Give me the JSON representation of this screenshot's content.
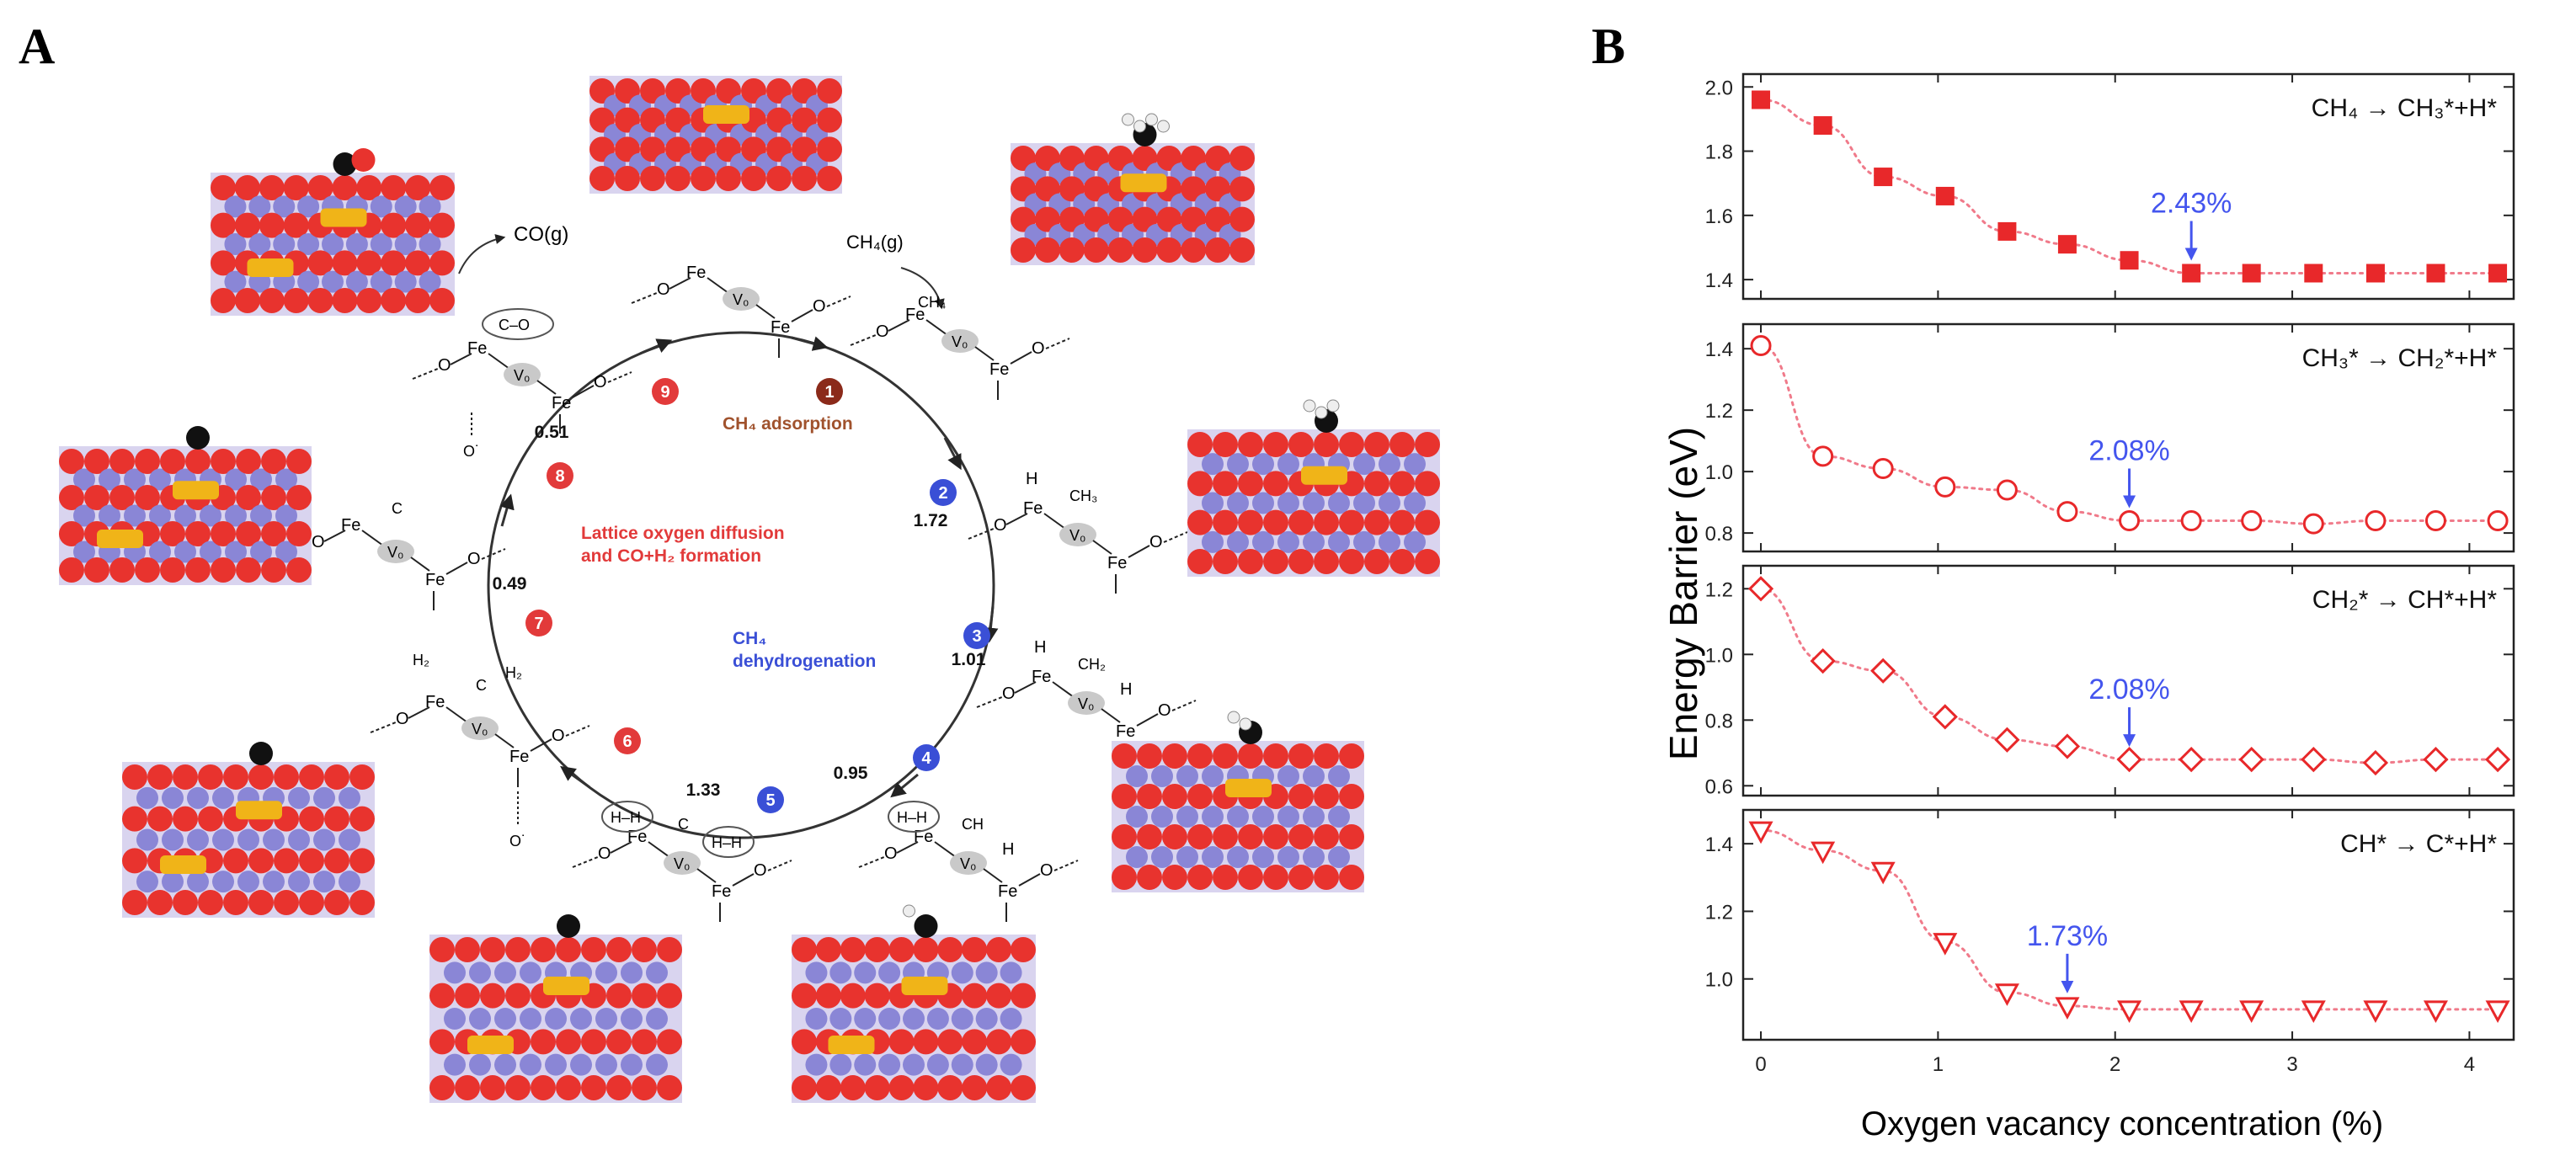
{
  "panel_a": {
    "letter": "A",
    "mechanism": {
      "gas_co": "CO(g)",
      "gas_ch4": "CH₄(g)",
      "vacancy_label": "V₀",
      "fe_label": "Fe",
      "o_label": "O",
      "phases": {
        "ch4_adsorption": "CH₄ adsorption",
        "dehydrogenation_line1": "CH₄",
        "dehydrogenation_line2": "dehydrogenation",
        "diffusion_line1": "Lattice oxygen diffusion",
        "diffusion_line2": "and CO+H₂ formation"
      },
      "steps": [
        {
          "num": "1",
          "color": "#8b2a1a",
          "barrier": ""
        },
        {
          "num": "2",
          "color": "#3a4fd6",
          "barrier": "1.72"
        },
        {
          "num": "3",
          "color": "#3a4fd6",
          "barrier": "1.01"
        },
        {
          "num": "4",
          "color": "#3a4fd6",
          "barrier": "0.95"
        },
        {
          "num": "5",
          "color": "#3a4fd6",
          "barrier": "1.33"
        },
        {
          "num": "6",
          "color": "#e23a3a",
          "barrier": ""
        },
        {
          "num": "7",
          "color": "#e23a3a",
          "barrier": "0.49"
        },
        {
          "num": "8",
          "color": "#e23a3a",
          "barrier": "0.51"
        },
        {
          "num": "9",
          "color": "#e23a3a",
          "barrier": ""
        }
      ],
      "species": {
        "s1": "CH₄",
        "s2_h": "H",
        "s2_c": "CH₃",
        "s3_h": "H",
        "s3_c": "CH₂",
        "s3_h2": "H",
        "s4_c": "CH",
        "s4_h": "H",
        "s4_hh": "H–H",
        "s5_c": "C",
        "s5_hh": "H–H",
        "s6_h2a": "H₂",
        "s6_c": "C",
        "s6_h2b": "H₂",
        "s6_o": "O˙",
        "s7_c": "C",
        "s8_co": "C–O",
        "s8_o": "O˙"
      }
    }
  },
  "panel_b": {
    "letter": "B",
    "ylabel": "Energy Barrier (eV)",
    "xlabel": "Oxygen vacancy concentration (%)"
  },
  "chart_data": {
    "type": "scatter",
    "xlabel": "Oxygen vacancy concentration (%)",
    "ylabel": "Energy Barrier (eV)",
    "xlim": [
      -0.1,
      4.25
    ],
    "xticks": [
      0,
      1,
      2,
      3,
      4
    ],
    "grid": false,
    "legend": "none",
    "x": [
      0,
      0.35,
      0.69,
      1.04,
      1.39,
      1.73,
      2.08,
      2.43,
      2.77,
      3.12,
      3.47,
      3.81,
      4.16
    ],
    "panels": [
      {
        "label": "CH4 → CH3* + H*",
        "reaction_left": "CH₄",
        "reaction_right": "CH₃*+H*",
        "marker": "square",
        "color": "#e8282a",
        "values": [
          1.96,
          1.88,
          1.72,
          1.66,
          1.55,
          1.51,
          1.46,
          1.42,
          1.42,
          1.42,
          1.42,
          1.42,
          1.42
        ],
        "ylim": [
          1.34,
          2.04
        ],
        "yticks": [
          1.4,
          1.6,
          1.8,
          2.0
        ],
        "ytick_labels": [
          "1.4",
          "1.6",
          "1.8",
          "2.0"
        ],
        "annotation": {
          "text": "2.43%",
          "x": 2.43
        }
      },
      {
        "label": "CH3* → CH2* + H*",
        "reaction_left": "CH₃*",
        "reaction_right": "CH₂*+H*",
        "marker": "circle",
        "color": "#e8282a",
        "values": [
          1.41,
          1.05,
          1.01,
          0.95,
          0.94,
          0.87,
          0.84,
          0.84,
          0.84,
          0.83,
          0.84,
          0.84,
          0.84
        ],
        "ylim": [
          0.74,
          1.48
        ],
        "yticks": [
          0.8,
          1.0,
          1.2,
          1.4
        ],
        "ytick_labels": [
          "0.8",
          "1.0",
          "1.2",
          "1.4"
        ],
        "annotation": {
          "text": "2.08%",
          "x": 2.08
        }
      },
      {
        "label": "CH2* → CH* + H*",
        "reaction_left": "CH₂*",
        "reaction_right": "CH*+H*",
        "marker": "diamond",
        "color": "#e8282a",
        "values": [
          1.2,
          0.98,
          0.95,
          0.81,
          0.74,
          0.72,
          0.68,
          0.68,
          0.68,
          0.68,
          0.67,
          0.68,
          0.68
        ],
        "ylim": [
          0.57,
          1.27
        ],
        "yticks": [
          0.6,
          0.8,
          1.0,
          1.2
        ],
        "ytick_labels": [
          "0.6",
          "0.8",
          "1.0",
          "1.2"
        ],
        "annotation": {
          "text": "2.08%",
          "x": 2.08
        }
      },
      {
        "label": "CH* → C* + H*",
        "reaction_left": "CH*",
        "reaction_right": "C*+H*",
        "marker": "triangle-down",
        "color": "#e8282a",
        "values": [
          1.44,
          1.38,
          1.32,
          1.11,
          0.96,
          0.92,
          0.91,
          0.91,
          0.91,
          0.91,
          0.91,
          0.91,
          0.91
        ],
        "ylim": [
          0.82,
          1.5
        ],
        "yticks": [
          1.0,
          1.2,
          1.4
        ],
        "ytick_labels": [
          "1.0",
          "1.2",
          "1.4"
        ],
        "annotation": {
          "text": "1.73%",
          "x": 1.73
        }
      }
    ]
  },
  "colors": {
    "marker_red": "#e8282a",
    "fit_line": "#f07a8a",
    "annotation_blue": "#4455ee",
    "o_atom": "#e8332e",
    "fe_atom": "#8a86d6",
    "vacancy": "#f0b418",
    "phase_brown": "#a0522d",
    "phase_blue": "#3a4fd6",
    "phase_red": "#e23a3a"
  }
}
